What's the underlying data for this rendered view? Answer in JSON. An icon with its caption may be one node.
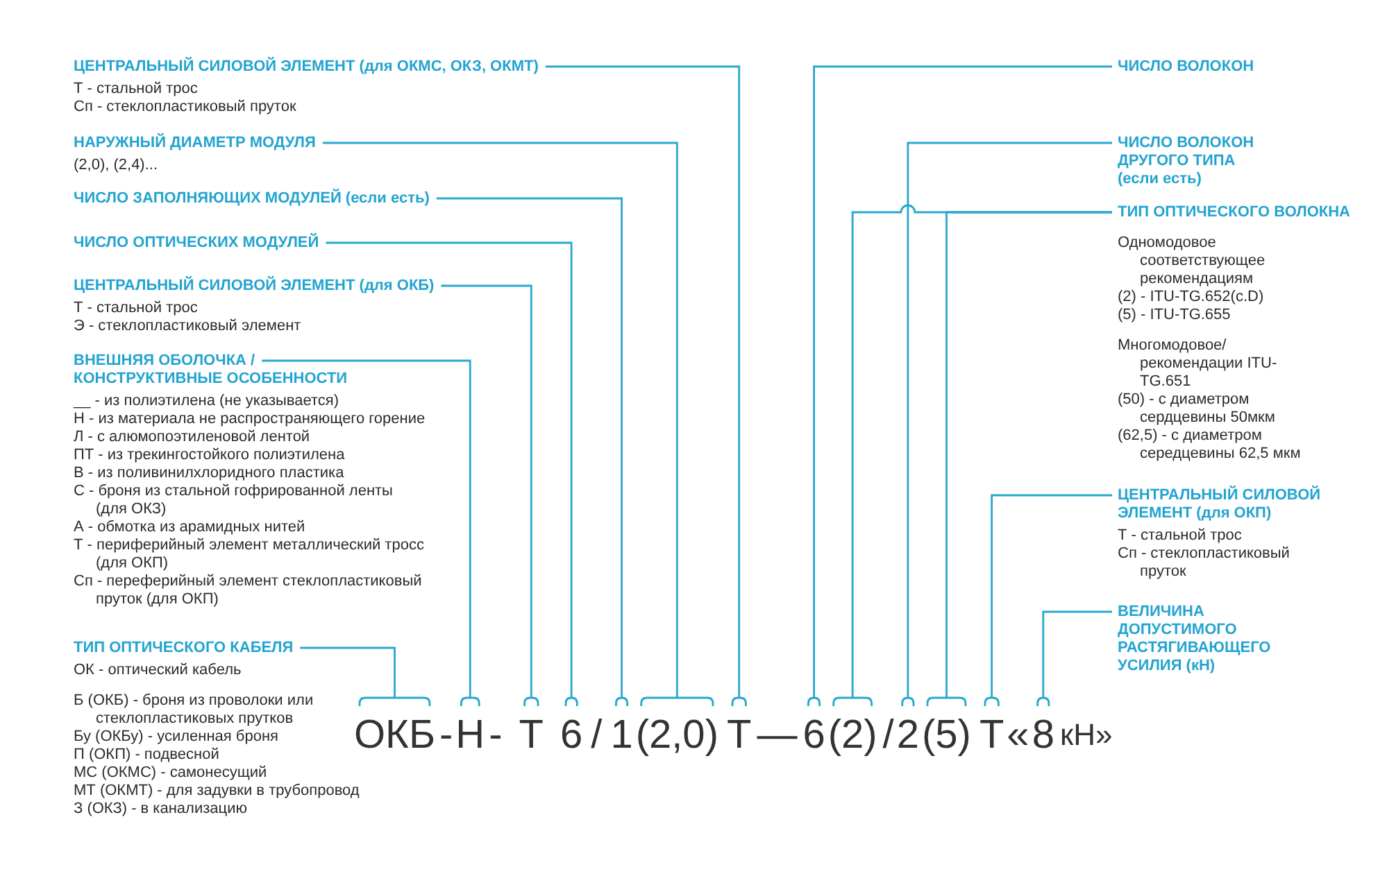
{
  "diagram": {
    "nodes": [
      {
        "text": [
          "ЦЕНТРАЛЬНЫЙ СИЛОВОЙ ЭЛЕМЕНТ (для ОКМС, ОКЗ, ОКМТ)",
          "Т - стальной трос",
          "Сп - стеклопластиковый пруток"
        ]
      },
      {
        "text": [
          "НАРУЖНЫЙ ДИАМЕТР МОДУЛЯ",
          "(2,0), (2,4)..."
        ]
      },
      {
        "text": [
          "ЧИСЛО ЗАПОЛНЯЮЩИХ МОДУЛЕЙ (если есть)"
        ]
      },
      {
        "text": [
          "ЧИСЛО ОПТИЧЕСКИХ МОДУЛЕЙ"
        ]
      },
      {
        "text": [
          "ЦЕНТРАЛЬНЫЙ СИЛОВОЙ ЭЛЕМЕНТ (для ОКБ)",
          "Т - стальной трос",
          "Э - стеклопластиковый элемент"
        ]
      },
      {
        "text": [
          "ВНЕШНЯЯ ОБОЛОЧКА / КОНСТРУКТИВНЫЕ ОСОБЕННОСТИ",
          "__ - из полиэтилена (не указывается)",
          "Н - из материала не распространяющего горение",
          "Л - с алюмопоэтиленовой лентой",
          "ПТ - из трекингостойкого полиэтилена",
          "В - из поливинилхлоридного пластика",
          "С - броня из стальной гофрированной ленты (для ОКЗ)",
          "А - обмотка из арамидных нитей",
          "Т - периферийный элемент металлический тросс (для ОКП)",
          "Сп - переферийный элемент стеклопластиковый пруток (для ОКП)"
        ]
      },
      {
        "text": [
          "ТИП ОПТИЧЕСКОГО КАБЕЛЯ",
          "ОК - оптический кабель",
          "Б (ОКБ) - броня из проволоки или стеклопластиковых прутков",
          "Бу (ОКБу) - усиленная броня",
          "П (ОКП) - подвесной",
          "МС (ОКМС) - самонесущий",
          "МТ (ОКМТ) - для задувки в трубопровод",
          "З (ОКЗ) - в канализацию"
        ]
      },
      {
        "text": [
          "ЧИСЛО ВОЛОКОН"
        ]
      },
      {
        "text": [
          "ЧИСЛО ВОЛОКОН ДРУГОГО ТИПА (если есть)"
        ]
      },
      {
        "text": [
          "ТИП ОПТИЧЕСКОГО ВОЛОКНА",
          "Одномодовое соответствующее рекомендациям",
          "(2) - ITU-TG.652(c.D)",
          "(5) - ITU-TG.655",
          "Многомодовое/ рекомендации ITU-TG.651",
          "(50) - с диаметром сердцевины 50мкм",
          "(62,5) - с диаметром середцевины 62,5 мкм"
        ]
      },
      {
        "text": [
          "ЦЕНТРАЛЬНЫЙ СИЛОВОЙ ЭЛЕМЕНТ (для ОКП)",
          "Т - стальной трос",
          "Сп - стеклопластиковый пруток"
        ]
      },
      {
        "text": [
          "ВЕЛИЧИНА ДОПУСТИМОГО РАСТЯГИВАЮЩЕГО УСИЛИЯ (кН)"
        ]
      },
      {
        "text": [
          "ОКБ"
        ]
      },
      {
        "text": [
          "Н"
        ]
      },
      {
        "text": [
          "Т"
        ]
      },
      {
        "text": [
          "6"
        ]
      },
      {
        "text": [
          "1"
        ]
      },
      {
        "text": [
          "(2,0)"
        ]
      },
      {
        "text": [
          "Т"
        ]
      },
      {
        "text": [
          "6"
        ]
      },
      {
        "text": [
          "(2)"
        ]
      },
      {
        "text": [
          "2"
        ]
      },
      {
        "text": [
          "(5)"
        ]
      },
      {
        "text": [
          "Т"
        ]
      },
      {
        "text": [
          "8"
        ]
      }
    ],
    "edges": [
      {
        "from": 0,
        "to": 18,
        "arrow": "none"
      },
      {
        "from": 1,
        "to": 17,
        "arrow": "none"
      },
      {
        "from": 2,
        "to": 16,
        "arrow": "none"
      },
      {
        "from": 3,
        "to": 15,
        "arrow": "none"
      },
      {
        "from": 4,
        "to": 14,
        "arrow": "none"
      },
      {
        "from": 5,
        "to": 13,
        "arrow": "none"
      },
      {
        "from": 6,
        "to": 12,
        "arrow": "none"
      },
      {
        "from": 7,
        "to": 19,
        "arrow": "none"
      },
      {
        "from": 8,
        "to": 21,
        "arrow": "none"
      },
      {
        "from": 9,
        "to": 20,
        "arrow": "none"
      },
      {
        "from": 9,
        "to": 22,
        "arrow": "none"
      },
      {
        "from": 10,
        "to": 23,
        "arrow": "none"
      },
      {
        "from": 11,
        "to": 24,
        "arrow": "none"
      }
    ],
    "labels": [
      "-",
      "-",
      "/",
      "—",
      "/",
      "«",
      "кН»"
    ]
  }
}
